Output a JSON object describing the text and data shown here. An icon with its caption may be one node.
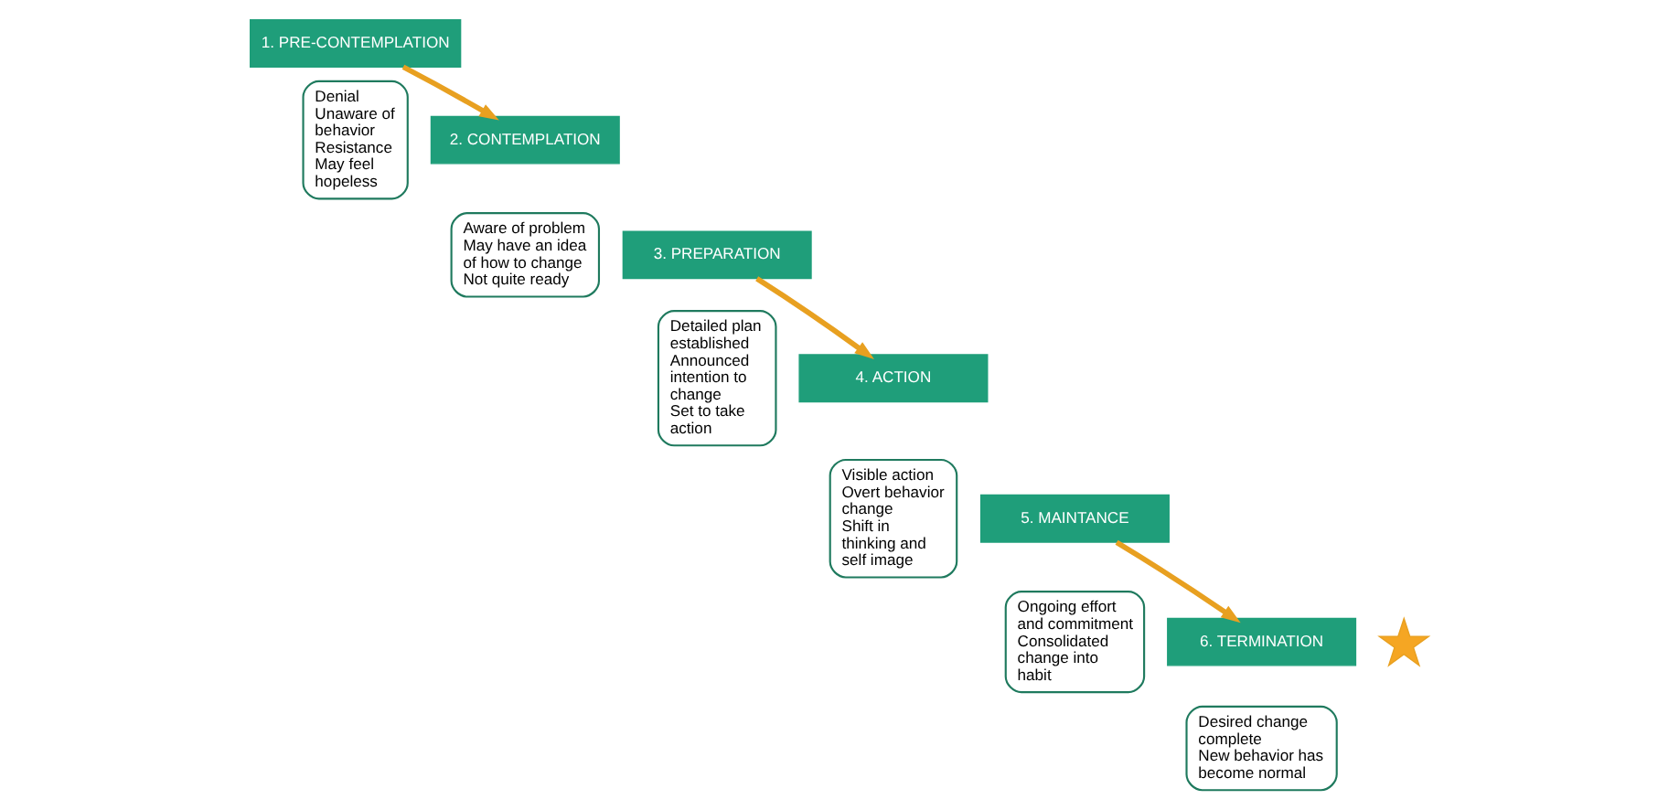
{
  "diagram": {
    "nodes": [
      {
        "text": [
          "1. PRE-CONTEMPLATION"
        ]
      },
      {
        "text": [
          "Denial",
          "Unaware of behavior",
          "Resistance",
          "May feel hopeless"
        ]
      },
      {
        "text": [
          "2. CONTEMPLATION"
        ]
      },
      {
        "text": [
          "Aware of problem",
          "May have an idea of how to change",
          "Not quite ready"
        ]
      },
      {
        "text": [
          "3. PREPARATION"
        ]
      },
      {
        "text": [
          "Detailed plan established",
          "Announced intention to change",
          "Set to take action"
        ]
      },
      {
        "text": [
          "4. ACTION"
        ]
      },
      {
        "text": [
          "Visible action",
          "Overt behavior change",
          "Shift in thinking and self image"
        ]
      },
      {
        "text": [
          "5. MAINTANCE"
        ]
      },
      {
        "text": [
          "Ongoing effort and commitment",
          "Consolidated change into habit"
        ]
      },
      {
        "text": [
          "6. TERMINATION"
        ]
      },
      {
        "text": [
          "Desired change complete",
          "New behavior has become normal"
        ]
      },
      {
        "text": [],
        "shape": "star"
      }
    ],
    "edges": [
      {
        "from": 0,
        "to": 2,
        "arrow": "to"
      },
      {
        "from": 4,
        "to": 6,
        "arrow": "to"
      },
      {
        "from": 8,
        "to": 10,
        "arrow": "to"
      }
    ]
  }
}
